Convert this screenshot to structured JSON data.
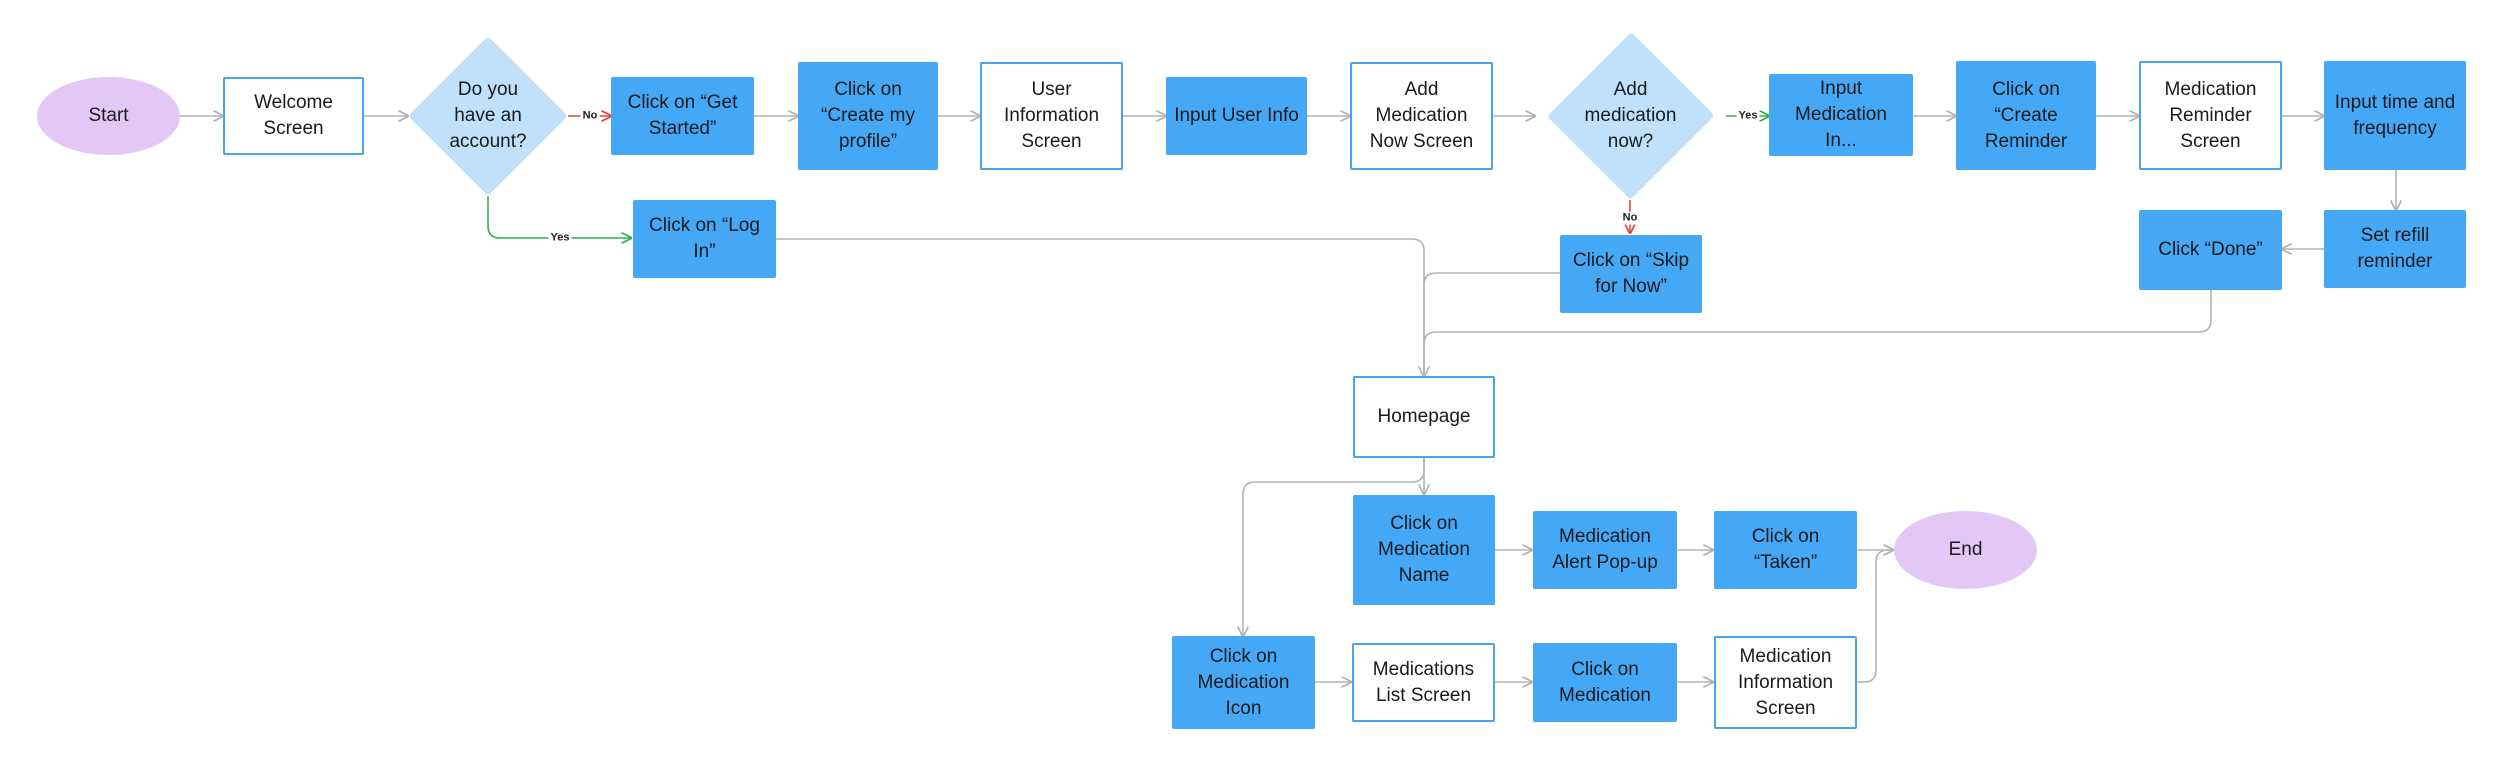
{
  "nodes": {
    "start": "Start",
    "welcome_screen": "Welcome Screen",
    "do_you_have_account": "Do you have an account?",
    "get_started": "Click on “Get Started”",
    "create_profile": "Click on “Create my profile”",
    "user_info_screen": "User Information Screen",
    "input_user_info": "Input User Info",
    "add_med_now_screen": "Add Medication Now Screen",
    "add_med_now": "Add medication now?",
    "input_med_info": "Input Medication In...",
    "create_reminder": "Click on “Create Reminder",
    "med_reminder_screen": "Medication Reminder Screen",
    "input_time_freq": "Input time and frequency",
    "log_in": "Click on “Log In”",
    "skip_for_now": "Click on “Skip for Now”",
    "set_refill": "Set refill reminder",
    "click_done": "Click “Done”",
    "homepage": "Homepage",
    "click_med_name": "Click on Medication Name",
    "med_alert_popup": "Medication Alert Pop-up",
    "click_taken": "Click on “Taken”",
    "end": "End",
    "click_med_icon": "Click on Medication Icon",
    "med_list_screen": "Medications List Screen",
    "click_medication": "Click on Medication",
    "med_info_screen": "Medication Information Screen"
  },
  "edge_labels": {
    "no": "No",
    "yes": "Yes"
  },
  "colors": {
    "connector": "#b3b3b3",
    "no_connector": "#e0473f",
    "yes_connector": "#2fb34a",
    "blue_node": "#44a8f6",
    "white_node_border": "#4aa3ee",
    "diamond": "#bfe1fb",
    "oval": "#e3c8f7"
  }
}
